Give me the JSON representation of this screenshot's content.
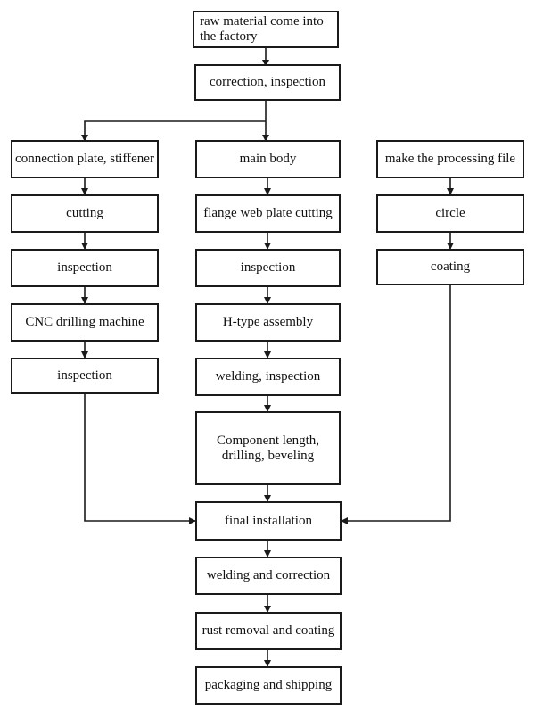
{
  "diagram": {
    "colors": {
      "stroke": "#1a1a1a",
      "background": "#ffffff",
      "text": "#111111"
    },
    "nodes": {
      "raw_material": "raw material come into the factory",
      "correction_inspection": "correction, inspection",
      "connection_plate": "connection plate, stiffener",
      "cutting": "cutting",
      "inspection_left_1": "inspection",
      "cnc_drilling": "CNC drilling machine",
      "inspection_left_2": "inspection",
      "main_body": "main body",
      "flange_cutting": "flange web plate cutting",
      "inspection_mid": "inspection",
      "h_assembly": "H-type assembly",
      "welding_inspection": "welding, inspection",
      "component_length": "Component length, drilling, beveling",
      "processing_file": "make the processing file",
      "circle": "circle",
      "coating": "coating",
      "final_installation": "final installation",
      "welding_correction": "welding and correction",
      "rust_removal": "rust removal and coating",
      "packaging": "packaging and shipping"
    }
  }
}
